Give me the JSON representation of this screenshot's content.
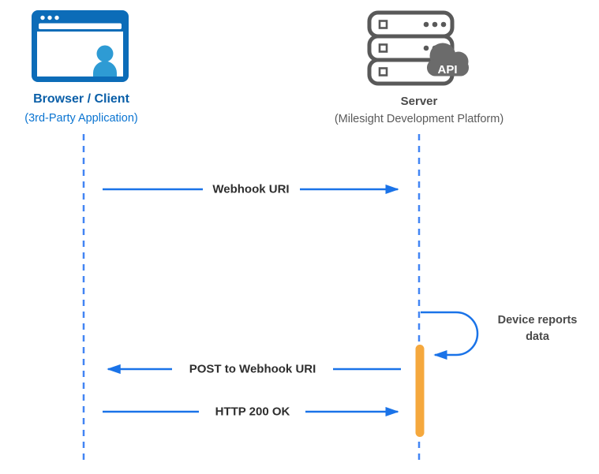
{
  "client": {
    "title": "Browser / Client",
    "subtitle": "(3rd-Party Application)"
  },
  "server": {
    "title": "Server",
    "subtitle": "(Milesight Development Platform)",
    "cloud_label": "API"
  },
  "messages": {
    "webhook": {
      "label": "Webhook URI",
      "direction": "client-to-server"
    },
    "post": {
      "label": "POST to Webhook URI",
      "direction": "server-to-client"
    },
    "http": {
      "label": "HTTP 200 OK",
      "direction": "client-to-server"
    },
    "device": {
      "line1": "Device reports",
      "line2": "data",
      "direction": "self-loop-on-server"
    }
  },
  "colors": {
    "arrow_blue": "#1A73E8",
    "lifeline_blue": "#4285F4",
    "activation_orange": "#F5A83D",
    "client_icon_primary": "#0C6CB8",
    "client_icon_secondary": "#2E9BD4",
    "server_icon_gray": "#595959",
    "cloud_gray": "#6B6B6B",
    "client_title_color": "#0A5FA8",
    "client_subtitle_color": "#0A74D1",
    "server_title_color": "#4A4A4A",
    "message_text_color": "#2E2E2E"
  }
}
